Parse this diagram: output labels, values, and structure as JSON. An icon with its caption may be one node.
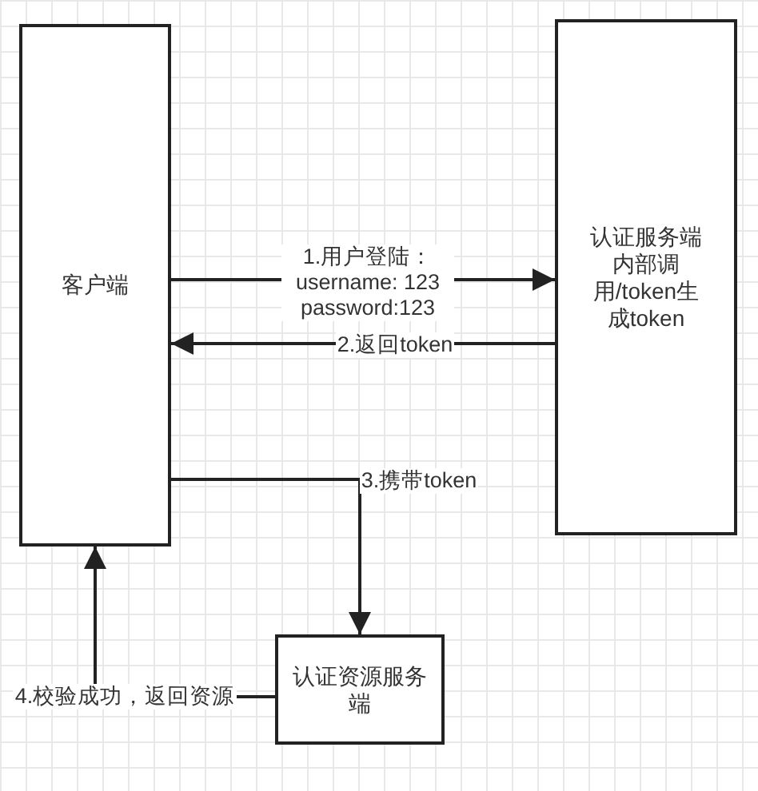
{
  "diagram": {
    "nodes": [
      {
        "text": [
          "客户端"
        ]
      },
      {
        "text": [
          "认证服务端内部调用/token生成token"
        ]
      },
      {
        "text": [
          "认证资源服务端"
        ]
      }
    ],
    "edges": [
      {
        "from": 0,
        "to": 1,
        "arrow": "to",
        "label": "1.用户登陆： username: 123 password:123"
      },
      {
        "from": 1,
        "to": 0,
        "arrow": "to",
        "label": "2.返回token"
      },
      {
        "from": 0,
        "to": 2,
        "arrow": "to",
        "label": "3.携带token"
      },
      {
        "from": 2,
        "to": 0,
        "arrow": "to",
        "label": "4.校验成功，返回资源"
      }
    ]
  }
}
